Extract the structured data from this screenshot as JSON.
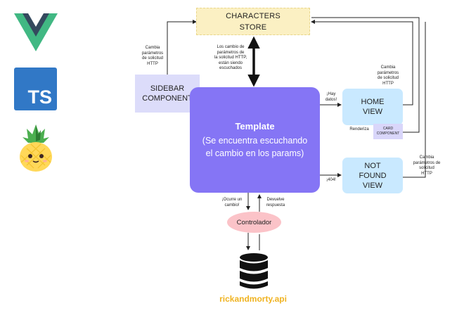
{
  "nodes": {
    "store_line1": "CHARACTERS",
    "store_line2": "STORE",
    "sidebar_line1": "SIDEBAR",
    "sidebar_line2": "COMPONENT",
    "template_title": "Template",
    "template_line1": "(Se encuentra escuchando",
    "template_line2": "el cambio en los params)",
    "home_line1": "HOME",
    "home_line2": "VIEW",
    "card_line1": "CARD",
    "card_line2": "COMPONENT",
    "notfound_line1": "NOT",
    "notfound_line2": "FOUND",
    "notfound_line3": "VIEW",
    "controller": "Controlador",
    "api": "rickandmorty.api"
  },
  "labels": {
    "sidebar_cambia": [
      "Cambia",
      "parámetros",
      "de solicitud",
      "HTTP"
    ],
    "store_listen": [
      "Los cambio de",
      "parámetros de",
      "la solicitud HTTP,",
      "están siendo",
      "escuchados"
    ],
    "hay_datos": [
      "¡Hay",
      "datos!"
    ],
    "renderiza": "Renderiza",
    "home_cambia": [
      "Cambia",
      "parámetros",
      "de solicitud",
      "HTTP"
    ],
    "error_404": "¡404!",
    "notfound_cambia": [
      "Cambia",
      "parámetros de solicitud",
      "HTTP"
    ],
    "ocurre": [
      "¡Ocurre un",
      "cambio!"
    ],
    "devuelve": [
      "Devuelve",
      "respuesta"
    ]
  },
  "icons": {
    "vue": "vue-logo-icon",
    "typescript": "typescript-logo-icon",
    "typescript_text": "TS",
    "pinia": "pinia-logo-icon",
    "database": "database-icon"
  },
  "colors": {
    "store": "#fbf0c3",
    "sidebar": "#dcdcfa",
    "template": "#8575f5",
    "views": "#c9e9ff",
    "controller": "#fbc3c8",
    "api_text": "#f0b321"
  }
}
